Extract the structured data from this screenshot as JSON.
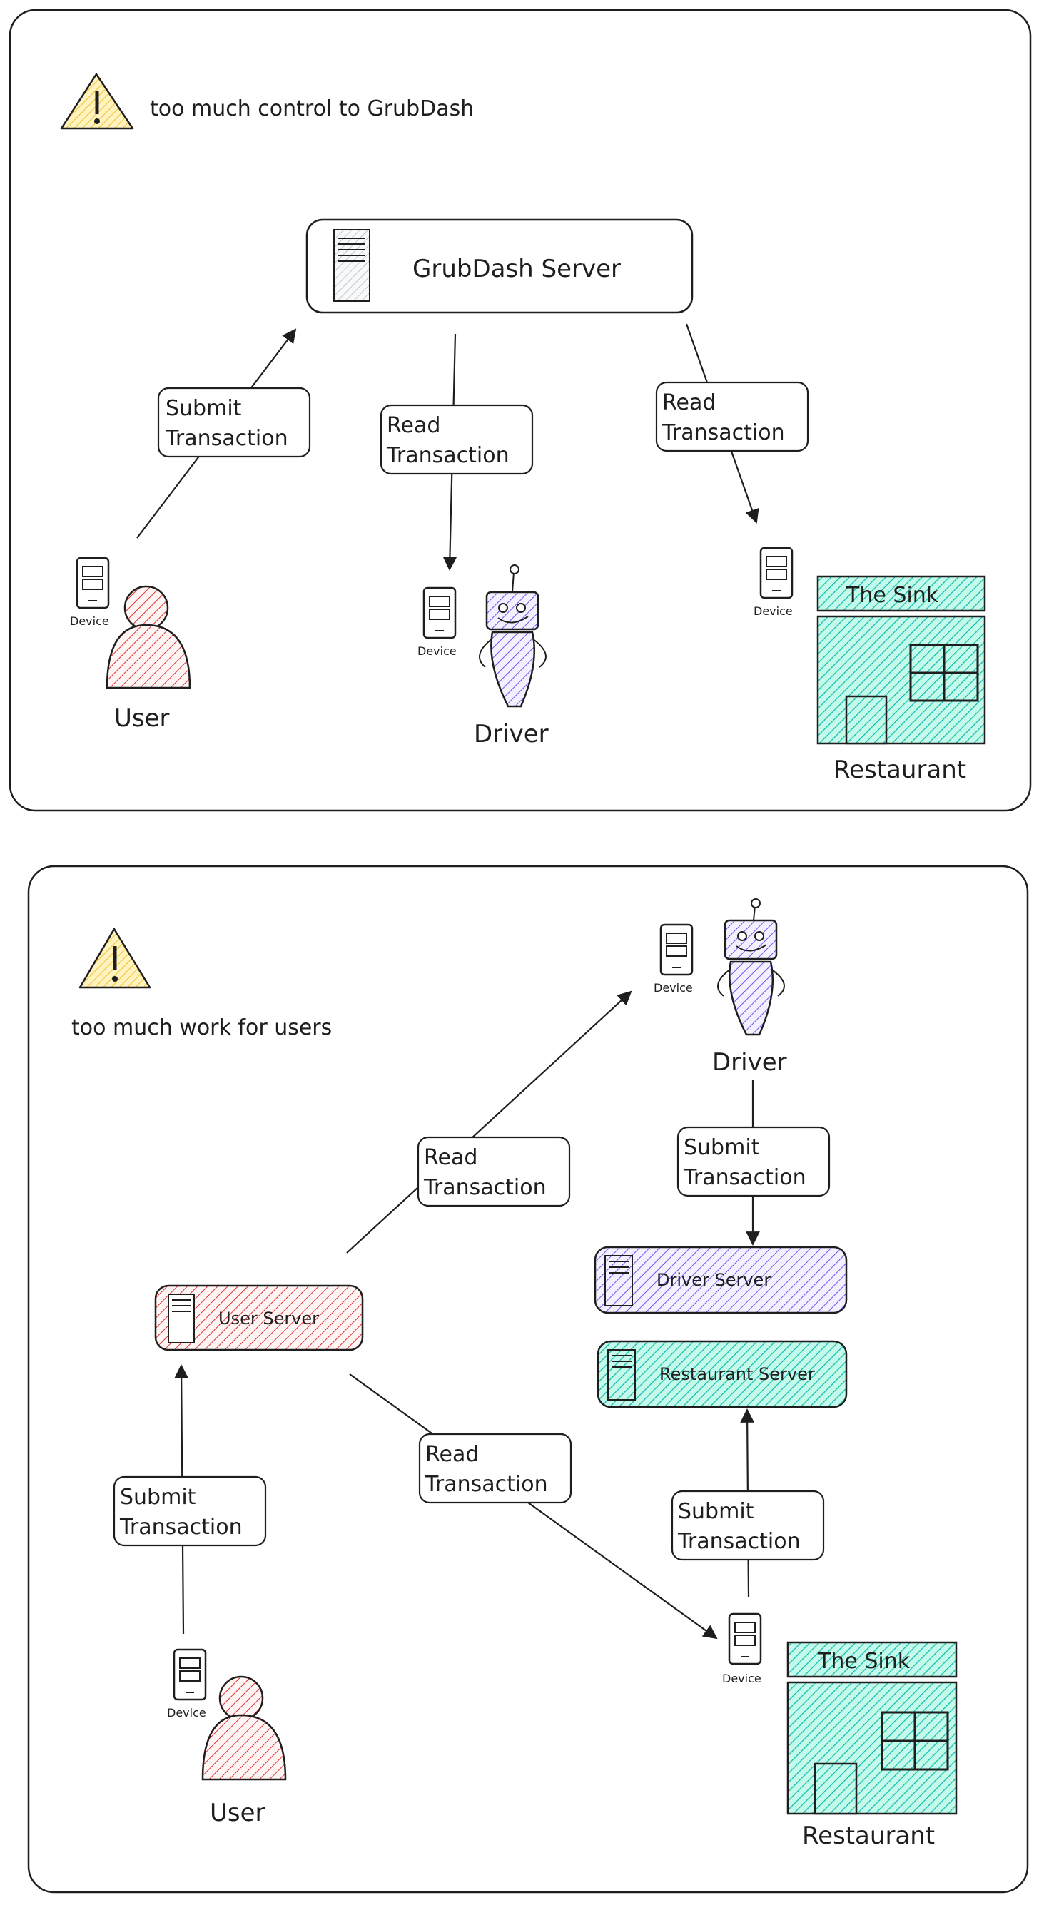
{
  "colors": {
    "stroke": "#1e1e1e",
    "warning": "#f4c542",
    "user": "#e03131",
    "driver": "#7950f2",
    "restaurant": "#12b8b8",
    "server_hatch": "#adb5bd"
  },
  "icons": [
    "warning-icon",
    "server-icon",
    "phone-icon",
    "user-icon",
    "driver-robot-icon",
    "restaurant-building-icon"
  ],
  "panel1": {
    "warning_text": "too much control to GrubDash",
    "server_label": "GrubDash Server",
    "edge_submit": [
      "Submit",
      "Transaction"
    ],
    "edge_read_driver": [
      "Read",
      "Transaction"
    ],
    "edge_read_restaurant": [
      "Read",
      "Transaction"
    ],
    "user_device": "Device",
    "user_label": "User",
    "driver_device": "Device",
    "driver_label": "Driver",
    "restaurant_device": "Device",
    "restaurant_sign": "The Sink",
    "restaurant_label": "Restaurant"
  },
  "panel2": {
    "warning_text": "too much work for users",
    "user_server_label": "User Server",
    "driver_server_label": "Driver Server",
    "restaurant_server_label": "Restaurant Server",
    "edge_read_driver": [
      "Read",
      "Transaction"
    ],
    "edge_read_restaurant": [
      "Read",
      "Transaction"
    ],
    "edge_user_submit": [
      "Submit",
      "Transaction"
    ],
    "edge_driver_submit": [
      "Submit",
      "Transaction"
    ],
    "edge_restaurant_submit": [
      "Submit",
      "Transaction"
    ],
    "driver_device": "Device",
    "driver_label": "Driver",
    "user_device": "Device",
    "user_label": "User",
    "restaurant_device": "Device",
    "restaurant_sign": "The Sink",
    "restaurant_label": "Restaurant"
  }
}
